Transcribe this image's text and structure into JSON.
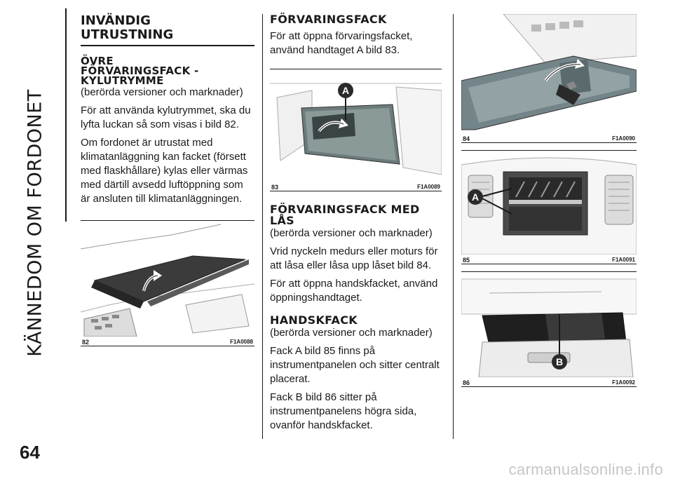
{
  "sidebar": {
    "title": "KÄNNEDOM OM FORDONET"
  },
  "page_number": "64",
  "watermark": "carmanualsonline.info",
  "col1": {
    "heading_lines": [
      "INVÄNDIG",
      "UTRUSTNING"
    ],
    "sub_lines": [
      "ÖVRE",
      "FÖRVARINGSFACK -",
      "KYLUTRYMME"
    ],
    "sub_note": "(berörda versioner och marknader)",
    "p1": "För att använda kylutrymmet, ska du lyfta luckan så som visas i bild 82.",
    "p2": "Om fordonet är utrustat med klimatanläggning kan facket (försett med flaskhållare) kylas eller värmas med därtill avsedd luftöppning som är ansluten till klimatanläggningen.",
    "fig": {
      "num": "82",
      "code": "F1A0088"
    }
  },
  "col2": {
    "s1_title": "FÖRVARINGSFACK",
    "s1_p": "För att öppna förvaringsfacket, använd handtaget A bild 83.",
    "fig83": {
      "num": "83",
      "code": "F1A0089",
      "label": "A"
    },
    "s2_title_lines": [
      "FÖRVARINGSFACK MED",
      "LÅS"
    ],
    "s2_note": "(berörda versioner och marknader)",
    "s2_p1": "Vrid nyckeln medurs eller moturs för att låsa eller låsa upp låset bild 84.",
    "s2_p2": "För att öppna handskfacket, använd öppningshandtaget.",
    "s3_title": "HANDSKFACK",
    "s3_note": "(berörda versioner och marknader)",
    "s3_p1": "Fack A bild 85 finns på instrumentpanelen och sitter centralt placerat.",
    "s3_p2": "Fack B bild 86 sitter på instrumentpanelens högra sida, ovanför handskfacket."
  },
  "col3": {
    "fig84": {
      "num": "84",
      "code": "F1A0090"
    },
    "fig85": {
      "num": "85",
      "code": "F1A0091",
      "label": "A"
    },
    "fig86": {
      "num": "86",
      "code": "F1A0092",
      "label": "B"
    }
  }
}
